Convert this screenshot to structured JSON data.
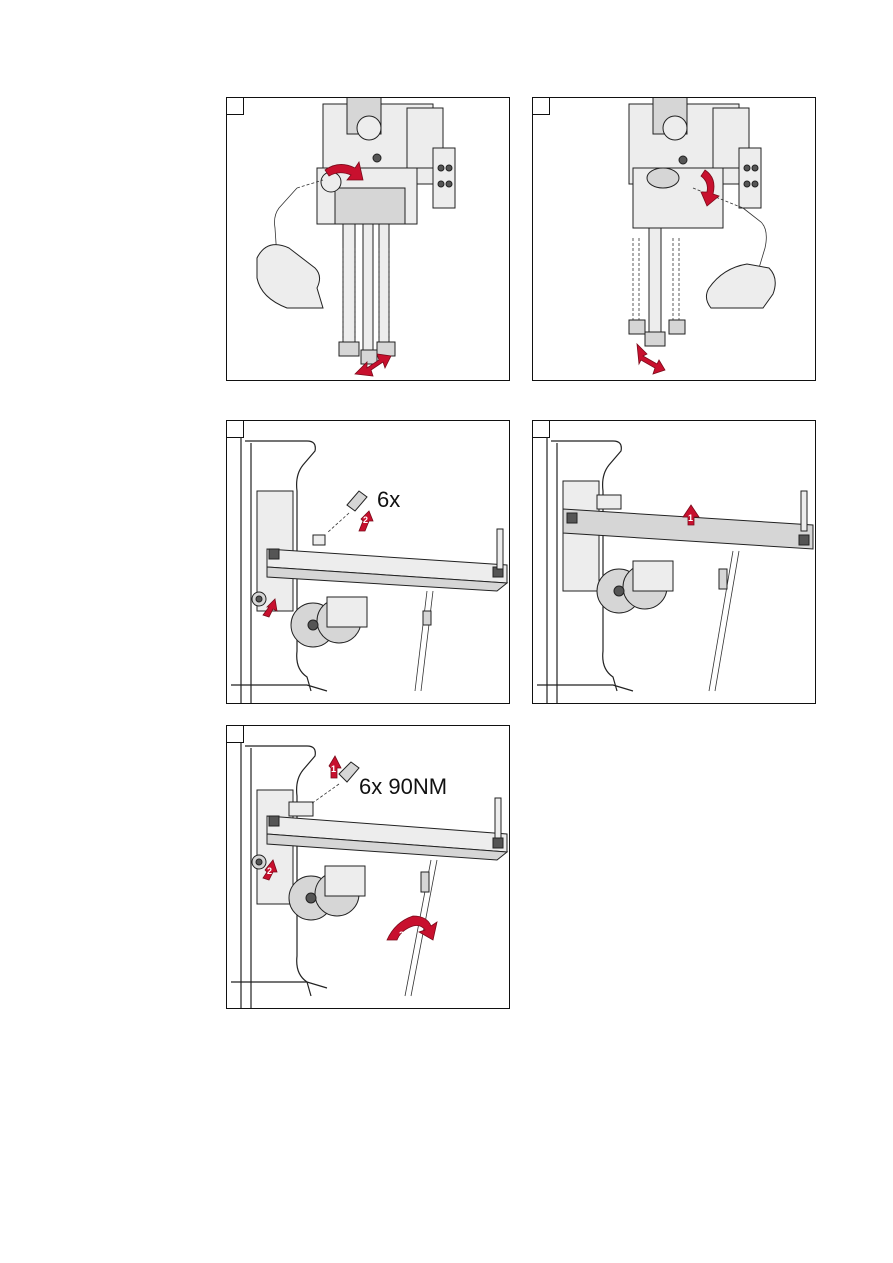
{
  "figures": [
    {
      "id": "fig-1",
      "label": ""
    },
    {
      "id": "fig-2",
      "label": ""
    },
    {
      "id": "fig-3",
      "label": "6x"
    },
    {
      "id": "fig-4",
      "label": ""
    },
    {
      "id": "fig-5",
      "label": "6x 90NM"
    }
  ],
  "arrow_numbers": {
    "fig3_screw": "2",
    "fig4_lift": "1",
    "fig5_screw": "1",
    "fig5_nut": "2",
    "fig5_rotate": "3"
  },
  "colors": {
    "accent": "#c8102e",
    "line": "#111111"
  }
}
